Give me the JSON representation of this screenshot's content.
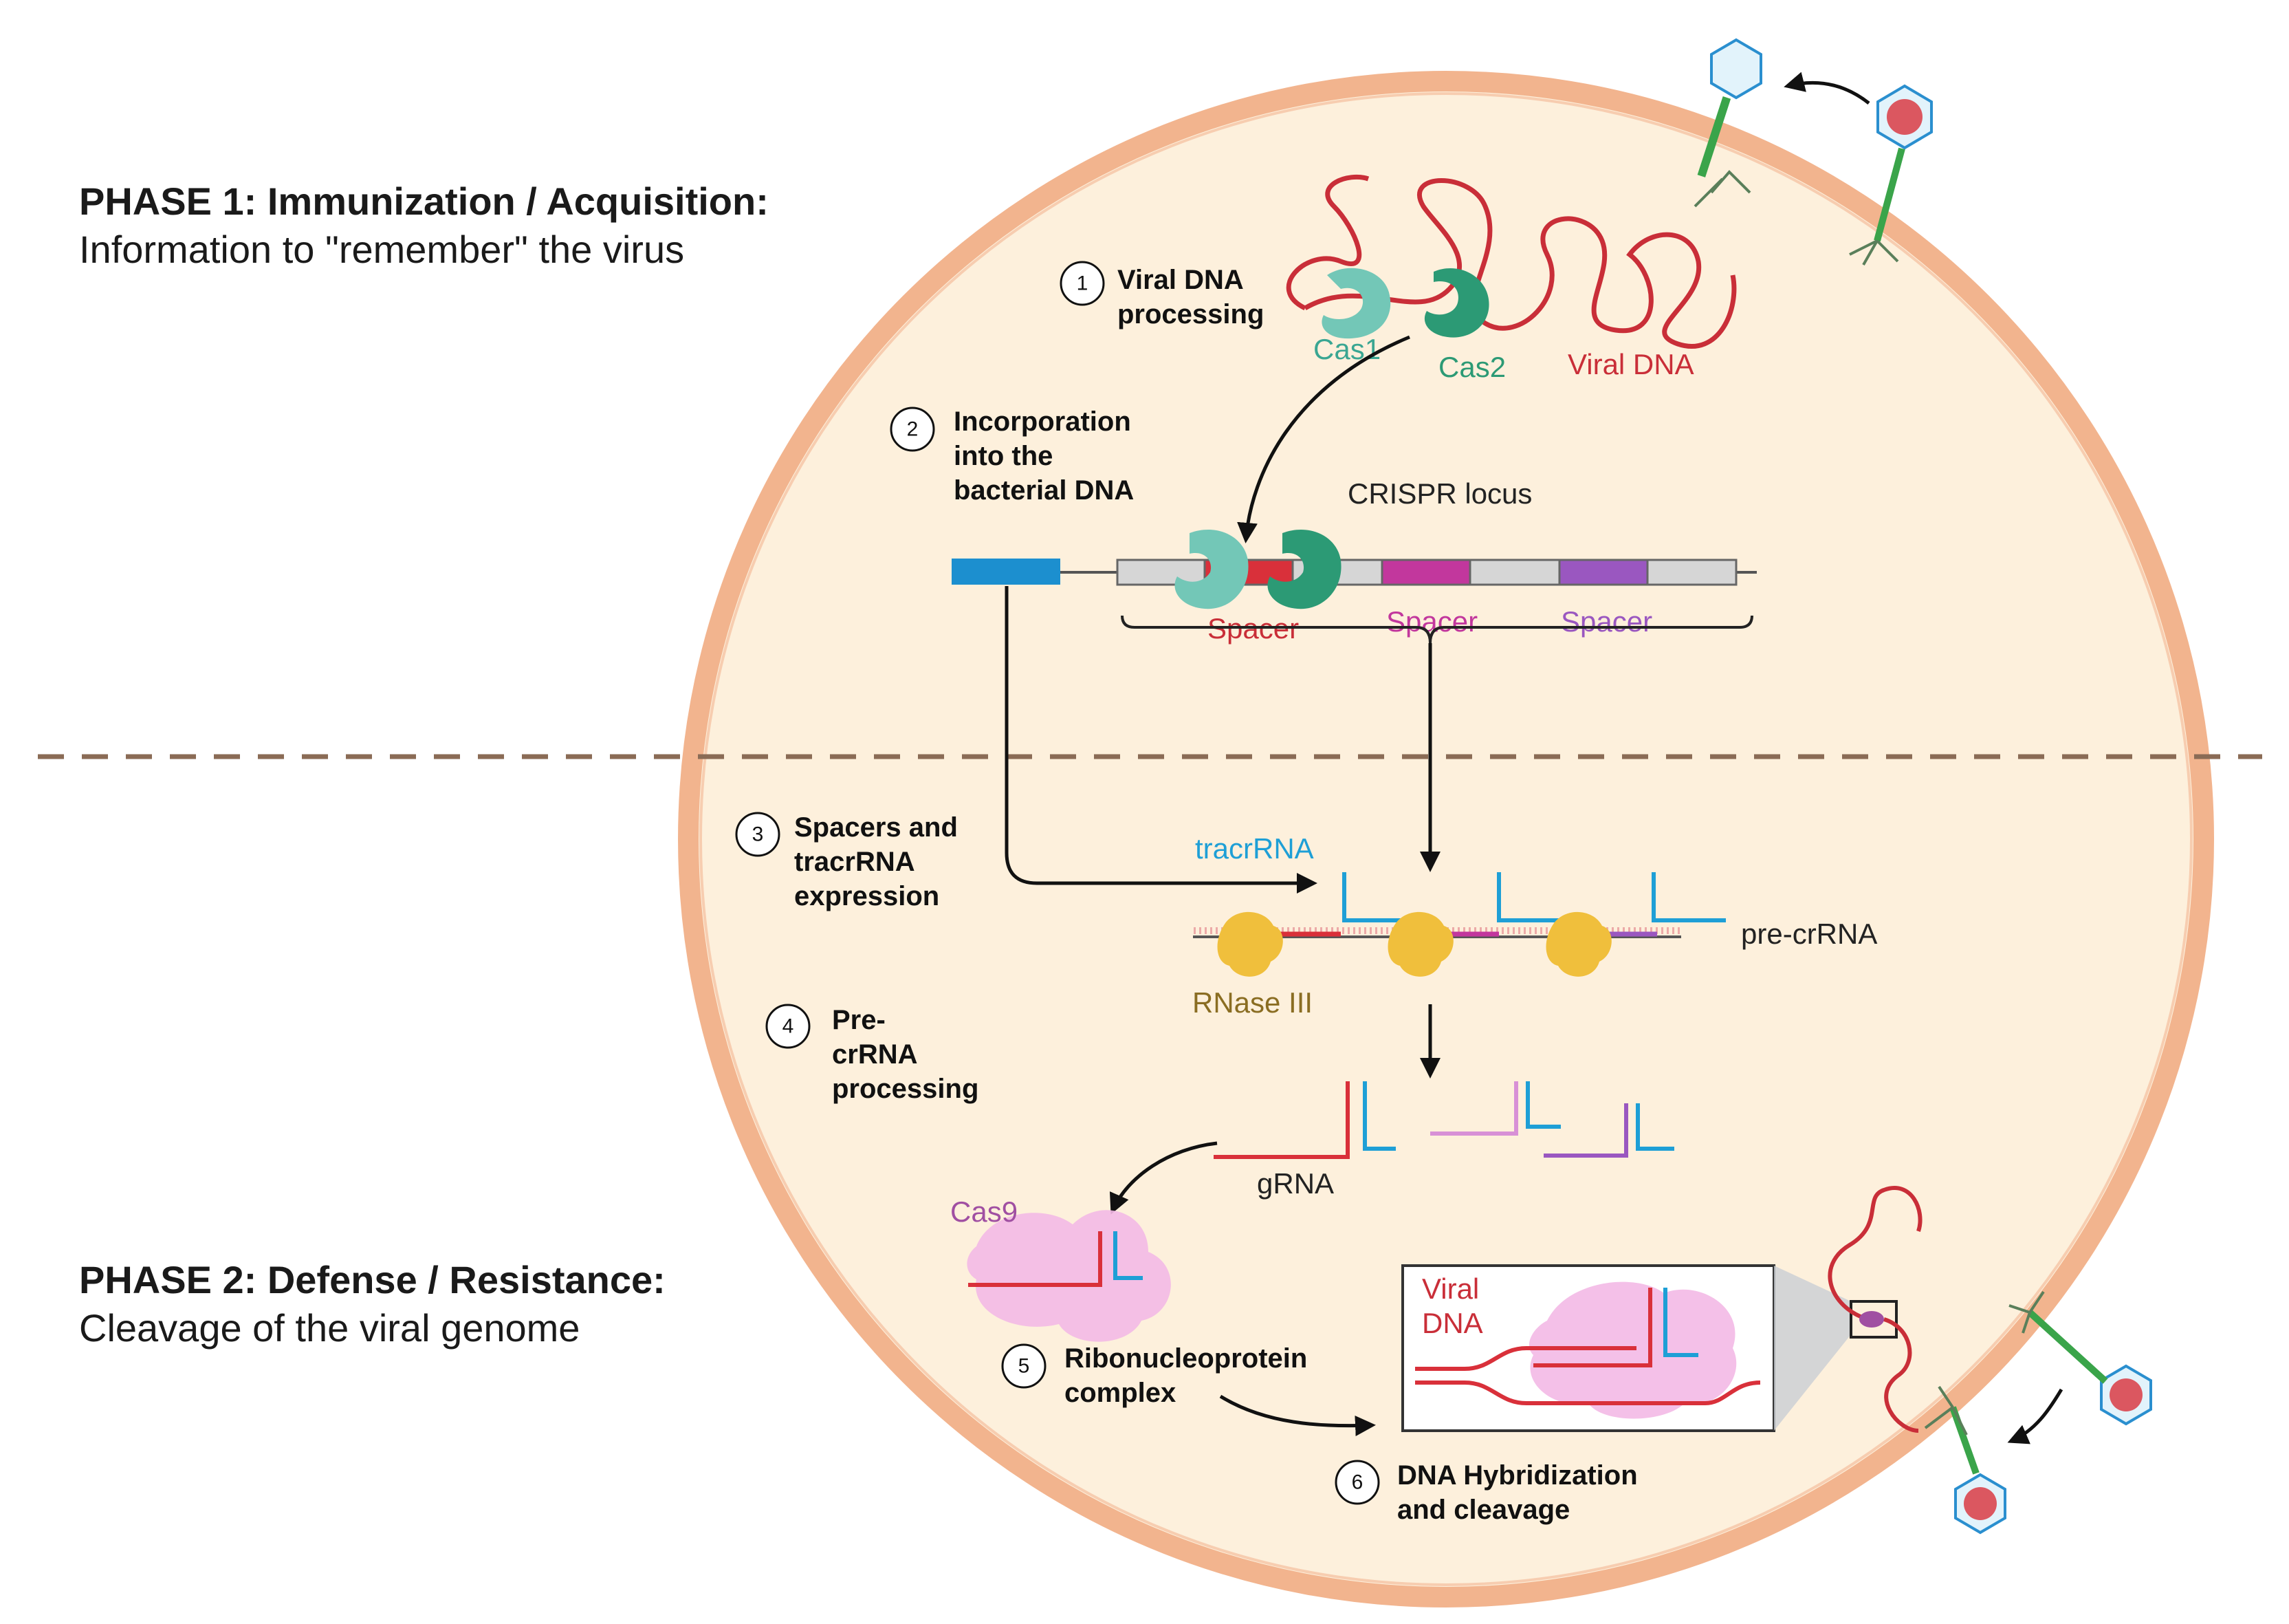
{
  "phase1": {
    "title": "PHASE 1: Immunization / Acquisition:",
    "subtitle": "Information to \"remember\" the virus"
  },
  "phase2": {
    "title": "PHASE 2: Defense / Resistance:",
    "subtitle": "Cleavage of the viral genome"
  },
  "steps": [
    {
      "num": "1",
      "lines": [
        "Viral DNA",
        "processing"
      ]
    },
    {
      "num": "2",
      "lines": [
        "Incorporation",
        "into the",
        "bacterial DNA"
      ]
    },
    {
      "num": "3",
      "lines": [
        "Spacers and",
        "tracrRNA",
        "expression"
      ]
    },
    {
      "num": "4",
      "lines": [
        "Pre-",
        "crRNA",
        "processing"
      ]
    },
    {
      "num": "5",
      "lines": [
        "Ribonucleoprotein",
        "complex"
      ]
    },
    {
      "num": "6",
      "lines": [
        "DNA Hybridization",
        "and cleavage"
      ]
    }
  ],
  "labels": {
    "cas1": "Cas1",
    "cas2": "Cas2",
    "viral_dna": "Viral DNA",
    "crispr_locus": "CRISPR locus",
    "spacer": "Spacer",
    "tracrrna": "tracrRNA",
    "pre_crrna": "pre-crRNA",
    "rnase": "RNase III",
    "grna": "gRNA",
    "cas9": "Cas9",
    "inset_viral": "Viral",
    "inset_dna": "DNA"
  },
  "colors": {
    "cell_fill": "#fdf0dc",
    "cell_border": "#f2b48e",
    "viral_red": "#c92e38",
    "cas1": "#73c7b7",
    "cas2": "#2c9a75",
    "tracr_blue": "#1e9fd6",
    "spacer_magenta": "#c2379d",
    "spacer_purple": "#9a57c0",
    "rnase_yellow": "#f0bf3c",
    "cas9_pink": "#f3b9e5",
    "promoter_blue": "#1c8fcf",
    "divider": "#8a6b55"
  }
}
